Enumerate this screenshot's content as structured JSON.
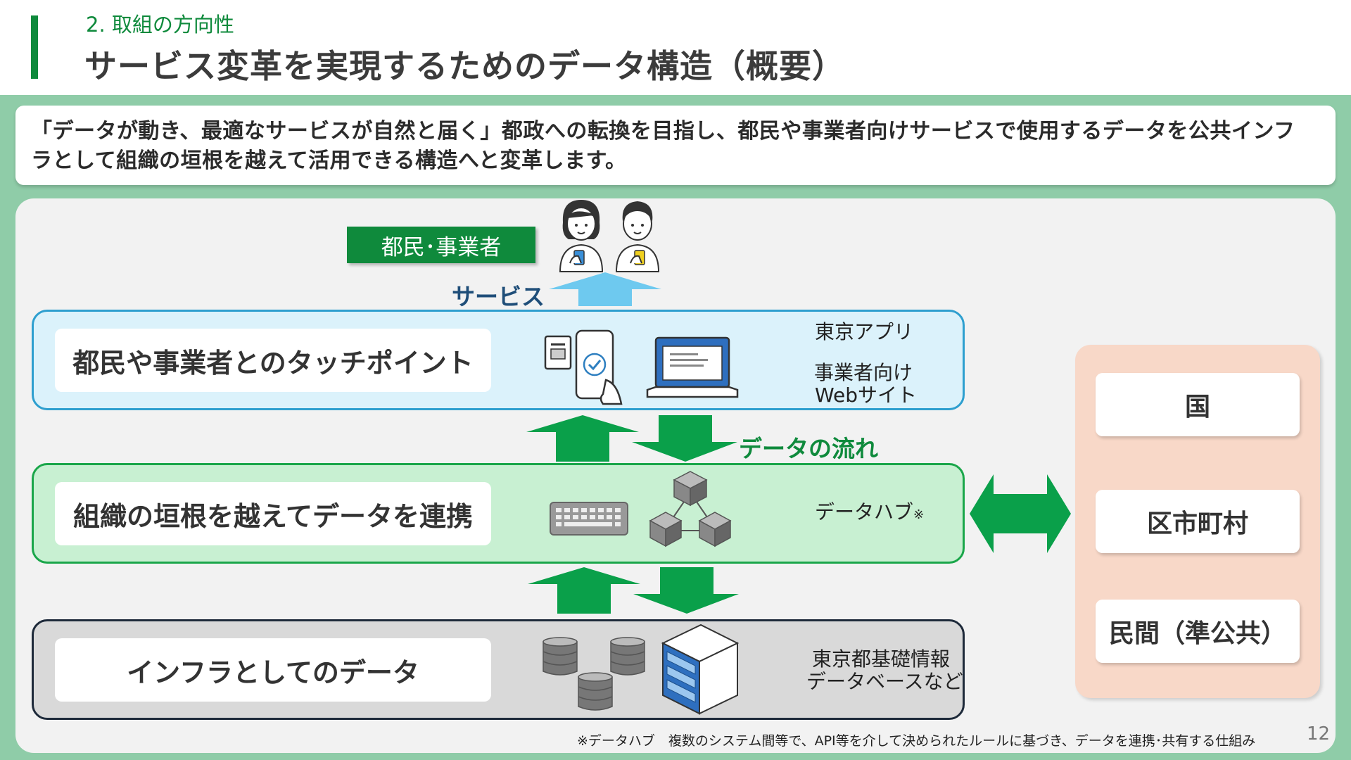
{
  "header": {
    "section": "2. 取組の方向性",
    "title": "サービス変革を実現するためのデータ構造（概要）"
  },
  "intro": {
    "line1": "「データが動き、最適なサービスが自然と届く」都政への転換を目指し、都民や事業者向けサービスで使用するデータを公共インフ",
    "line2": "ラとして組織の垣根を越えて活用できる構造へと変革します。"
  },
  "diagram": {
    "users_tag": "都民･事業者",
    "service_label": "サービス",
    "flow_label": "データの流れ",
    "layers": [
      {
        "label": "都民や事業者とのタッチポイント",
        "side_lines": [
          "東京アプリ",
          "事業者向け",
          "Webサイト"
        ]
      },
      {
        "label": "組織の垣根を越えてデータを連携",
        "side_main": "データハブ",
        "side_mark": "※"
      },
      {
        "label": "インフラとしてのデータ",
        "side_lines": [
          "東京都基礎情報",
          "データベースなど"
        ]
      }
    ],
    "partners": [
      "国",
      "区市町村",
      "民間（準公共）"
    ]
  },
  "footnote": "※データハブ　複数のシステム間等で、API等を介して決められたルールに基づき、データを連携･共有する仕組み",
  "page_number": "12",
  "colors": {
    "brand_green": "#0f8a3c",
    "arrow_green": "#0aa04a",
    "service_arrow": "#6ec9ef",
    "touch_border": "#2e9fcf",
    "infra_border": "#1e2a3a",
    "partner_bg": "#f8d8c8"
  },
  "icons": [
    "user-woman-icon",
    "user-man-icon",
    "smartphone-check-icon",
    "laptop-icon",
    "keyboard-icon",
    "data-hub-cubes-icon",
    "database-icon",
    "server-icon"
  ]
}
